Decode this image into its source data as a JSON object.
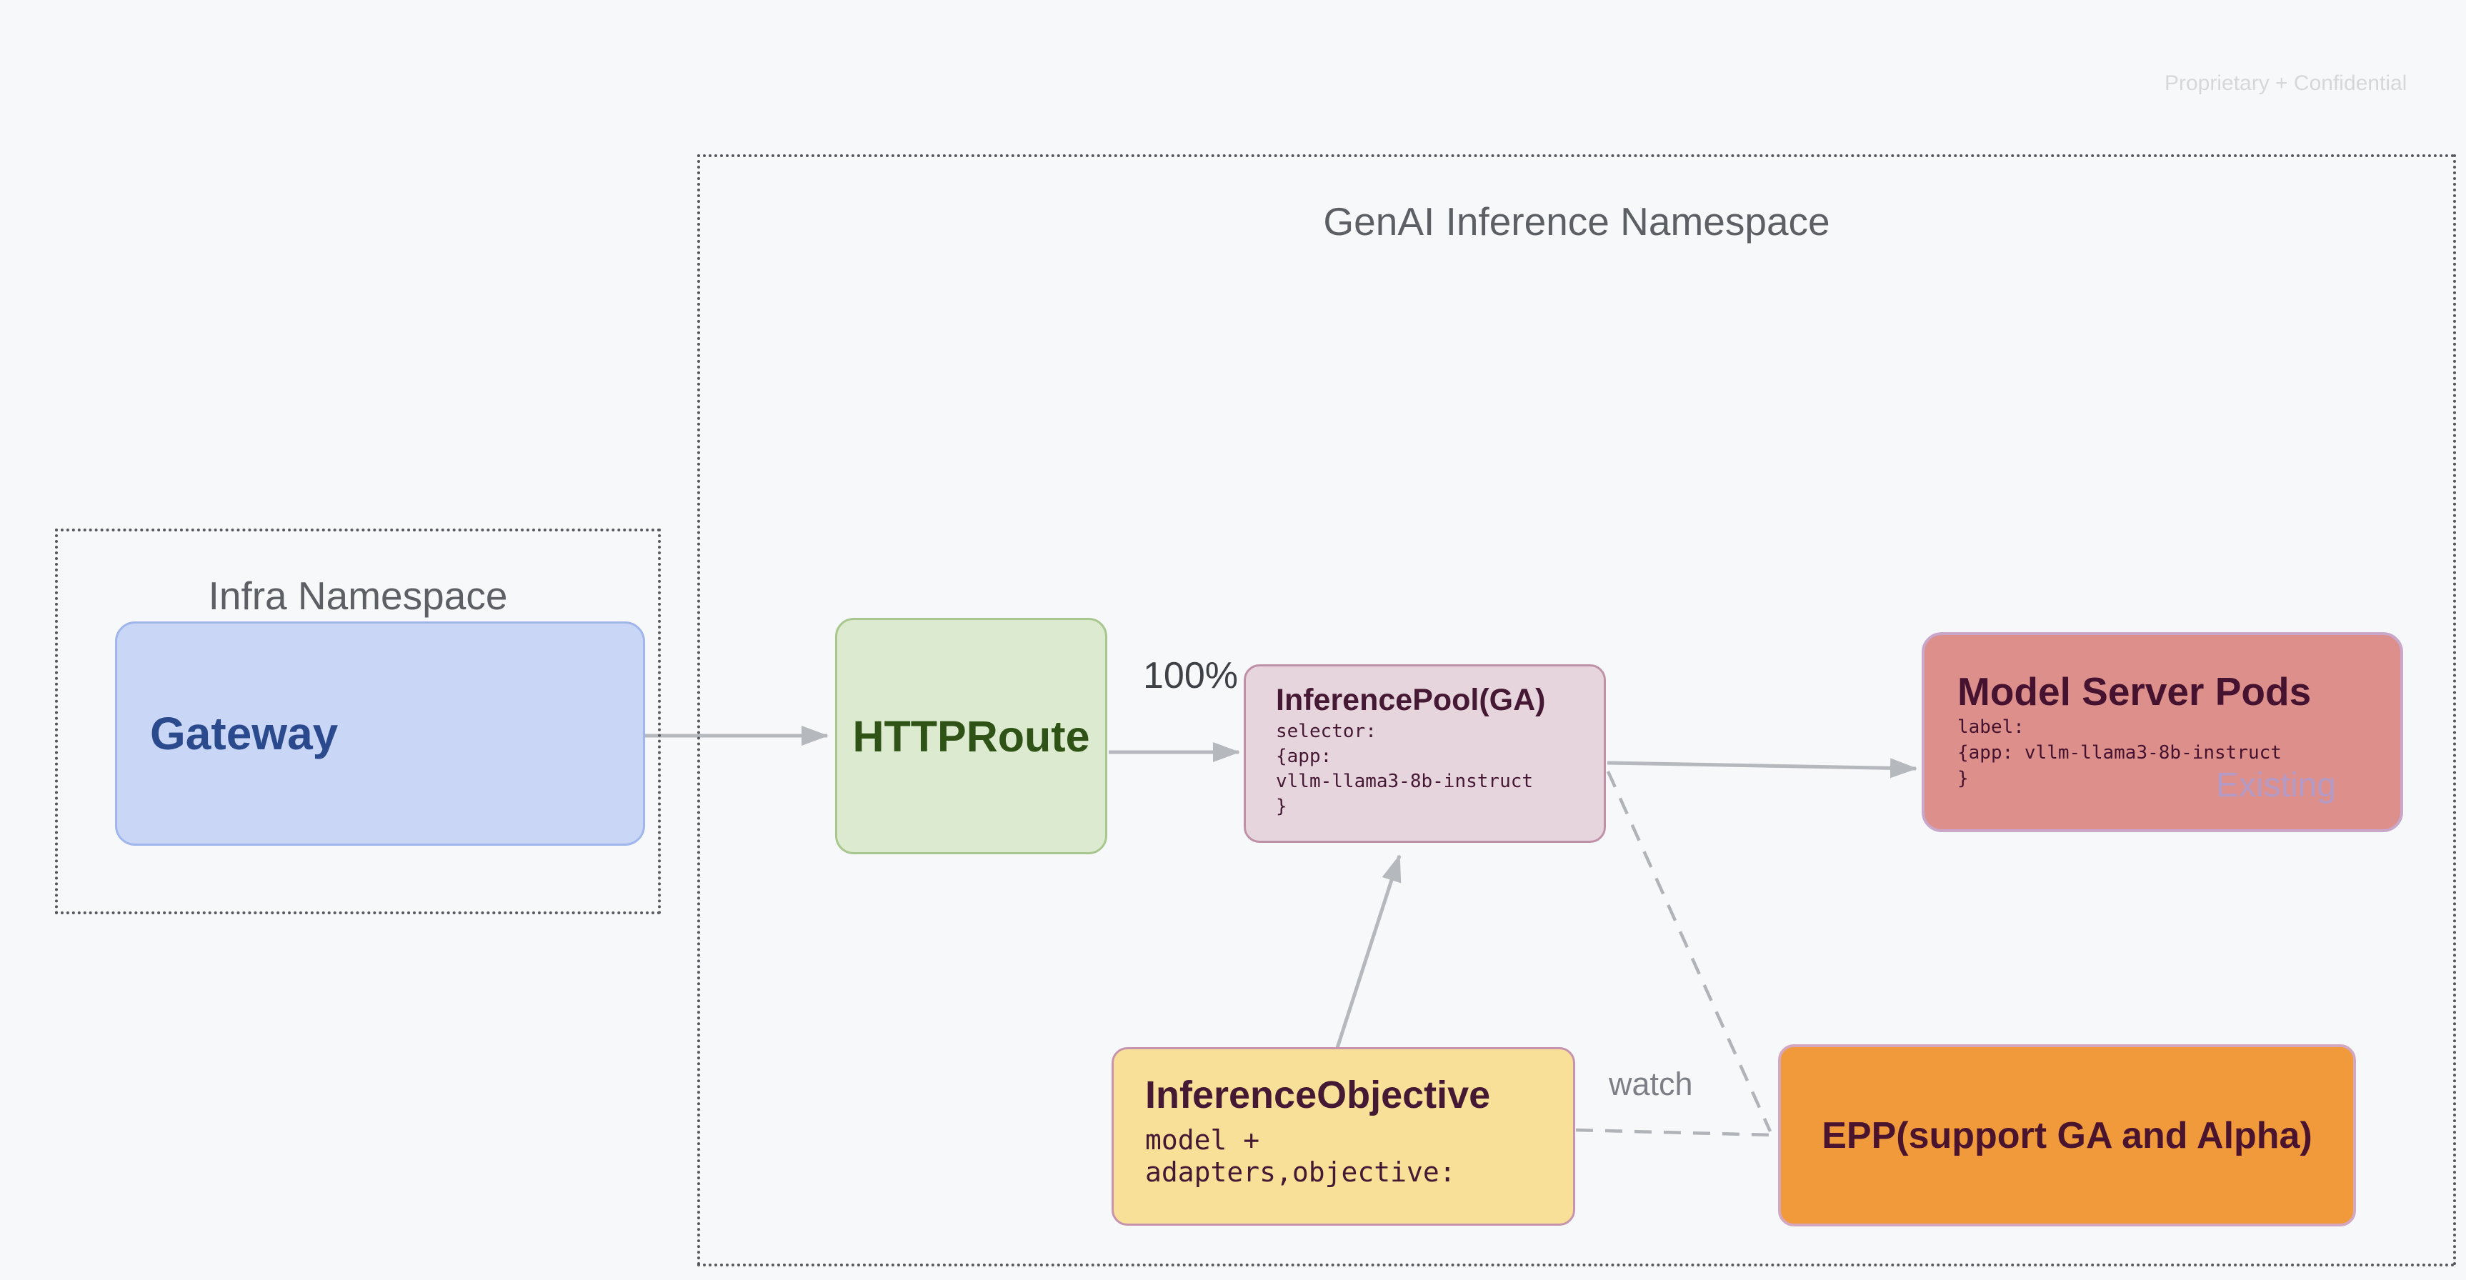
{
  "meta": {
    "watermark": "Proprietary + Confidential"
  },
  "palette": {
    "background": "#f7f8fa",
    "namespace_border": "#55585d",
    "namespace_title_text": "#5c6065",
    "connector_gray": "#b5b8bc",
    "gateway_fill": "#c9d6f6",
    "gateway_border": "#9fb5ec",
    "gateway_text": "#2b4a8e",
    "httproute_fill": "#dceacf",
    "httproute_border": "#a8c78e",
    "httproute_text": "#2f5316",
    "inference_pool_fill": "#e7d5de",
    "inference_pool_border": "#bf91a7",
    "model_server_fill": "#dd908b",
    "model_server_border": "#c9a7ca",
    "inference_objective_fill": "#f9e098",
    "inference_objective_border": "#c794af",
    "epp_fill": "#f09a3c",
    "epp_border": "#d3a7c0",
    "dark_maroon_text": "#451933",
    "existing_badge_text": "#b49ac6",
    "watermark_text": "#d5d7da"
  },
  "namespaces": {
    "genai": {
      "title": "GenAI Inference Namespace"
    },
    "infra": {
      "title": "Infra Namespace"
    }
  },
  "nodes": {
    "gateway": {
      "title": "Gateway"
    },
    "httproute": {
      "title": "HTTPRoute"
    },
    "inference_pool": {
      "title": "InferencePool(GA)",
      "body": "selector:\n{app:\nvllm-llama3-8b-instruct\n}"
    },
    "model_server_pods": {
      "title": "Model Server Pods",
      "body": "label:\n{app: vllm-llama3-8b-instruct\n}",
      "badge": "Existing"
    },
    "inference_objective": {
      "title": "InferenceObjective",
      "body": "model +\nadapters,objective:"
    },
    "epp": {
      "title": "EPP(support GA and Alpha)"
    }
  },
  "edges": {
    "httproute_to_pool": {
      "label": "100%"
    },
    "objective_to_epp": {
      "label": "watch"
    }
  }
}
